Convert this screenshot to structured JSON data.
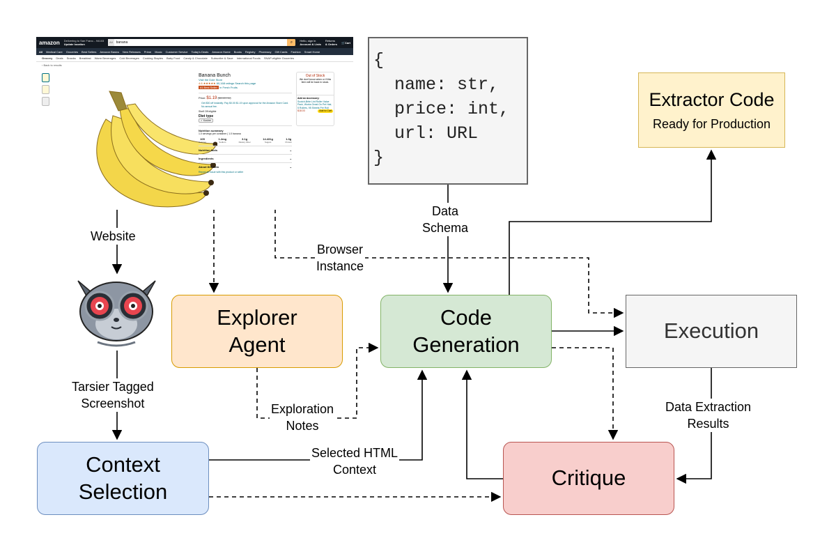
{
  "screenshot": {
    "logo": "amazon",
    "location_line1": "Delivering to San Franc... 94103",
    "location_line2": "Update location",
    "search_dept": "All",
    "search_query": "banana",
    "account_line1": "Hello, sign in",
    "account_line2": "Account & Lists",
    "orders_line1": "Returns",
    "orders_line2": "& Orders",
    "cart_label": "Cart",
    "nav_items": [
      "All",
      "Medical Care",
      "Groceries",
      "Best Sellers",
      "Amazon Basics",
      "New Releases",
      "Prime",
      "Music",
      "Customer Service",
      "Today's Deals",
      "Amazon Home",
      "Books",
      "Registry",
      "Pharmacy",
      "Gift Cards",
      "Fashion",
      "Smart Home"
    ],
    "subnav_items": [
      "Grocery",
      "Deals",
      "Snacks",
      "Breakfast",
      "Warm Beverages",
      "Cold Beverages",
      "Cooking Staples",
      "Baby Food",
      "Candy & Chocolate",
      "Subscribe & Save",
      "International Foods",
      "SNAP-eligible Groceries"
    ],
    "back_link": "‹ Back to results",
    "product_title": "Banana Bunch",
    "store_link": "Visit the Dole Store",
    "rating_value": "4.6",
    "rating_stars": "★★★★★",
    "ratings_count": "60,168 ratings",
    "search_pages": "Search this page",
    "badge": "#1 Best Seller",
    "badge_category": "in Fresh Fruits",
    "price_label": "Price:",
    "price": "$1.19",
    "price_unit": "($0.40 / lb)",
    "promo": "Get $30 off instantly: Pay $0.00 $1.19 upon approval for the Amazon Store Card. No annual fee.",
    "shelf_life": "Shelf Off eligible",
    "diet_type_label": "Diet type",
    "diet_chip": "✓ Kosher",
    "nutrition_summary_label": "Nutrition summary",
    "servings": "1.0 servings per container | 1.0 banana",
    "nutrition": [
      {
        "value": "105",
        "label": "Calories"
      },
      {
        "value": "1.2mg",
        "label": "Sodium"
      },
      {
        "value": "3.1g",
        "label": "Dietary Fiber"
      },
      {
        "value": "14.431g",
        "label": "Sugars"
      },
      {
        "value": "1.3g",
        "label": "Protein"
      }
    ],
    "sections": [
      "Nutrition facts",
      "Ingredients",
      "About this item"
    ],
    "report_link": "Report an issue with this product or seller",
    "out_of_stock": "Out of Stock",
    "oos_note": "We don't know when or if this item will be back in stock.",
    "accessory_header": "Add an Accessory:",
    "accessory_name": "Scotch-Brite Lint Roller Value Pack, Works Great On Pet Hair, 5 Rollers, 95 Sheets Per Roll",
    "accessory_price": "$18.03",
    "accessory_button": "Add to Cart"
  },
  "nodes": {
    "context_selection": "Context\nSelection",
    "explorer_agent": "Explorer\nAgent",
    "code_generation": "Code\nGeneration",
    "critique": "Critique",
    "execution": "Execution",
    "extractor_title": "Extractor Code",
    "extractor_subtitle": "Ready for Production"
  },
  "schema_lines": [
    "{",
    "  name: str,",
    "  price: int,",
    "  url: URL",
    "}"
  ],
  "edge_labels": {
    "website": "Website",
    "tarsier": "Tarsier Tagged\nScreenshot",
    "data_schema": "Data\nSchema",
    "browser_instance": "Browser\nInstance",
    "exploration_notes": "Exploration\nNotes",
    "selected_html": "Selected HTML\nContext",
    "data_extraction": "Data Extraction\nResults"
  },
  "colors": {
    "context_fill": "#dae8fc",
    "explorer_fill": "#ffe6cc",
    "codegen_fill": "#d5e8d4",
    "critique_fill": "#f8cecc",
    "execution_fill": "#f5f5f5",
    "extractor_fill": "#fff2cc",
    "amazon_dark": "#131921",
    "banana_yellow": "#f5d84a"
  }
}
